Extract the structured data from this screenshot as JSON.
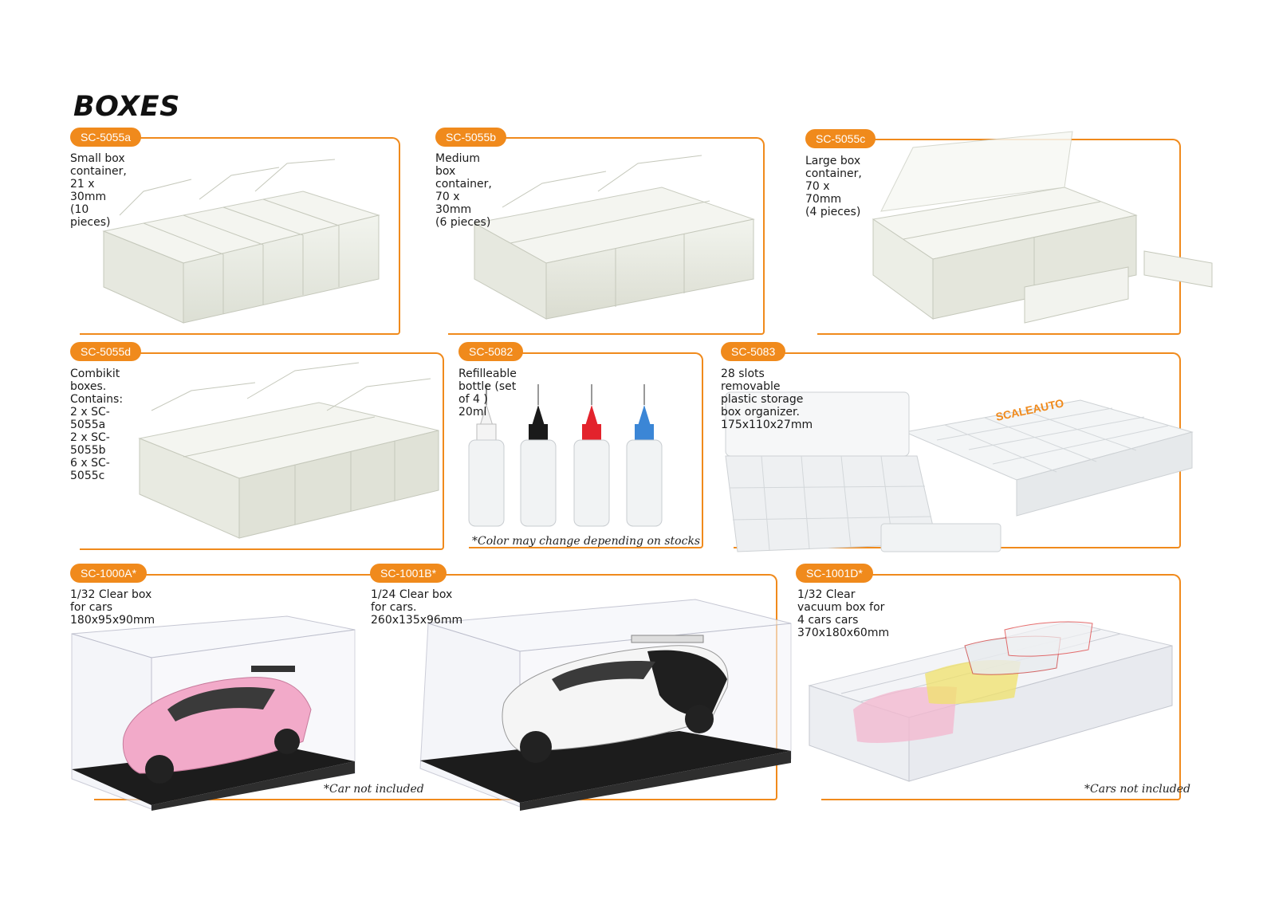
{
  "page": {
    "title": "BOXES"
  },
  "products": [
    {
      "code": "SC-5055a",
      "description": "Small box container,\n21 x 30mm\n(10 pieces)"
    },
    {
      "code": "SC-5055b",
      "description": "Medium box\ncontainer,\n70 x 30mm\n(6 pieces)"
    },
    {
      "code": "SC-5055c",
      "description": "Large box\ncontainer,\n70 x 70mm\n(4 pieces)"
    },
    {
      "code": "SC-5055d",
      "description": "Combikit boxes.\nContains:\n2 x SC-5055a\n2 x SC-5055b\n6 x SC-5055c"
    },
    {
      "code": "SC-5082",
      "description": "Refilleable bottle (set of 4 ) 20ml",
      "note": "*Color may change depending on stocks"
    },
    {
      "code": "SC-5083",
      "description": "28 slots removable plastic storage box organizer. 175x110x27mm",
      "brand": "SCALEAUTO"
    },
    {
      "code": "SC-1000A*",
      "description": "1/32 Clear box for cars\n180x95x90mm",
      "note": "*Car not included"
    },
    {
      "code": "SC-1001B*",
      "description": "1/24 Clear box for cars.\n260x135x96mm"
    },
    {
      "code": "SC-1001D*",
      "description": "1/32 Clear vacuum box for\n4 cars cars 370x180x60mm",
      "note": "*Cars not included"
    }
  ],
  "colors": {
    "accent": "#f08a1c",
    "bottle_caps": [
      "#f4f4f4",
      "#1a1a1a",
      "#e3232c",
      "#3b86d6"
    ]
  }
}
